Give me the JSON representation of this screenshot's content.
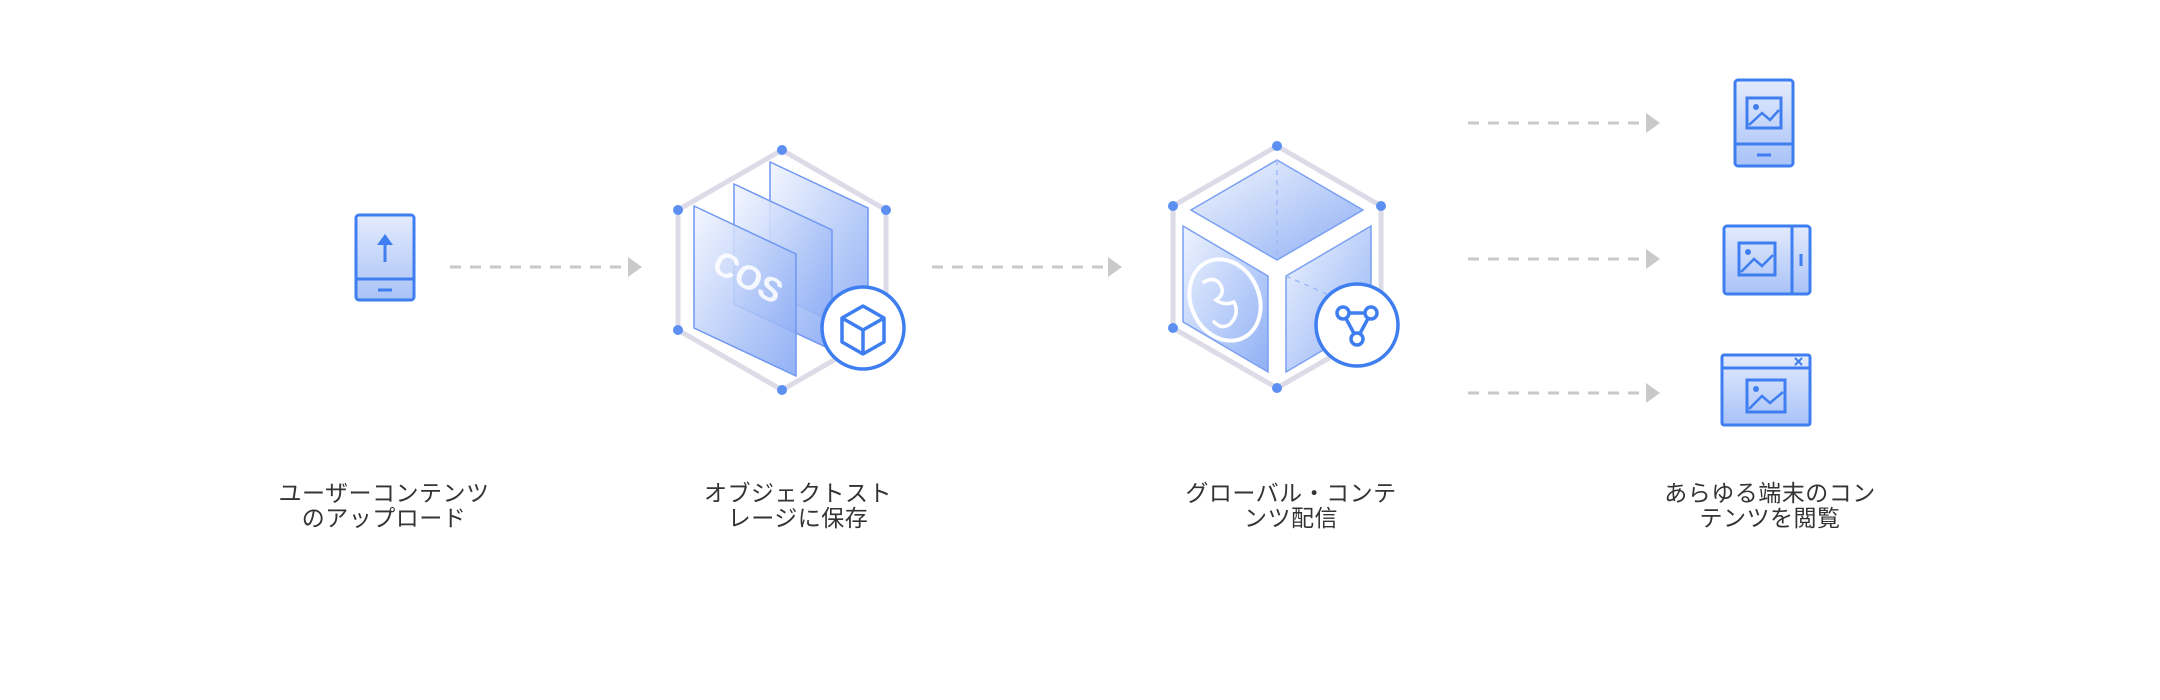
{
  "steps": [
    {
      "line1": "ユーザーコンテンツ",
      "line2": "のアップロード"
    },
    {
      "line1": "オブジェクトスト",
      "line2": "レージに保存"
    },
    {
      "line1": "グローバル・コンテ",
      "line2": "ンツ配信"
    },
    {
      "line1": "あらゆる端末のコン",
      "line2": "テンツを閲覧"
    }
  ],
  "storage": {
    "badge_text": "COS"
  },
  "icons": {
    "upload": "phone-upload-icon",
    "storage": "cube-icon",
    "delivery": "network-nodes-icon",
    "globe": "globe-icon",
    "devices": [
      "phone-image-icon",
      "tablet-image-icon",
      "window-image-icon"
    ]
  },
  "colors": {
    "primary": "#3f7ef0",
    "light": "#cfdcfb",
    "pale": "#eef3fe",
    "frame": "#dedbe8",
    "arrow": "#c9c9c9",
    "text": "#333333"
  }
}
